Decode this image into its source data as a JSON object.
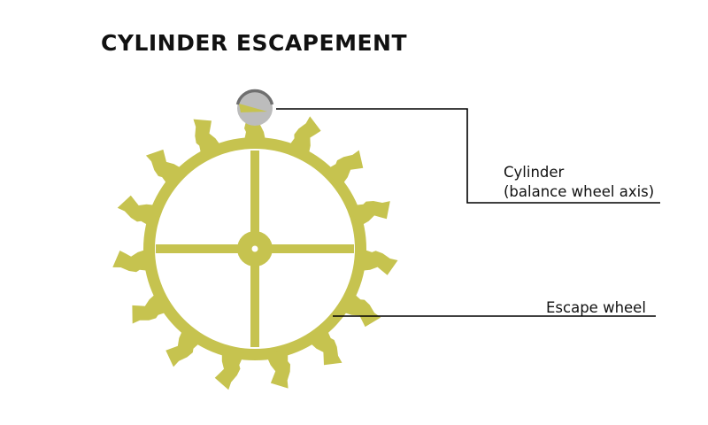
{
  "title": "CYLINDER ESCAPEMENT",
  "labels": {
    "cylinder_line1": "Cylinder",
    "cylinder_line2": "(balance wheel axis)",
    "escape_wheel": "Escape wheel"
  },
  "colors": {
    "wheel": "#c6c34f",
    "cylinder_fill": "#bcbcbc",
    "cylinder_rim": "#6f6f6f",
    "leader_lines": "#000000",
    "text": "#111111"
  },
  "escape_wheel": {
    "teeth": 15
  }
}
